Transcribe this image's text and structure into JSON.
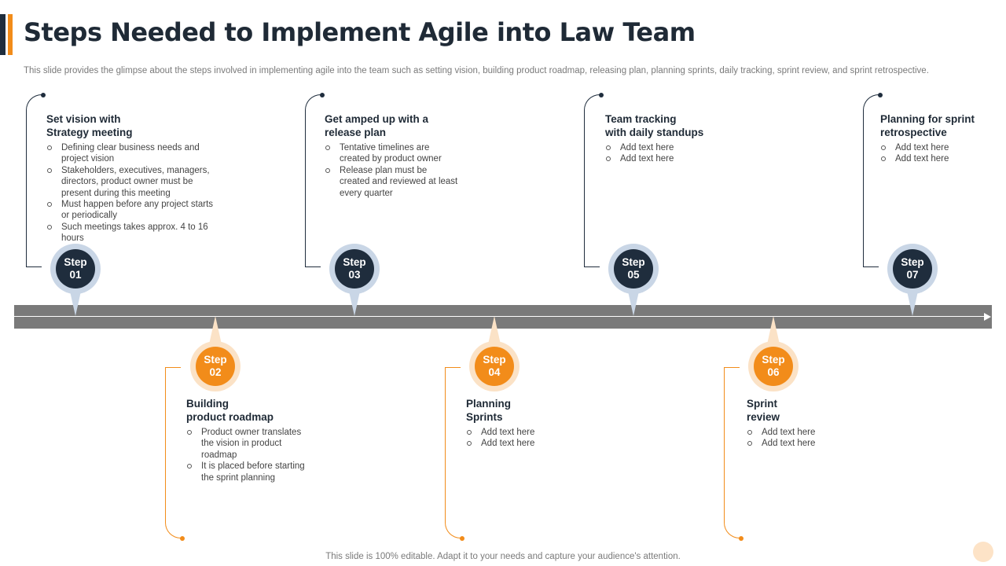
{
  "slide": {
    "title": "Steps Needed to Implement Agile into Law Team",
    "subtitle": "This slide provides the glimpse about the steps involved in implementing agile into the team such as setting vision, building product roadmap, releasing plan, planning sprints, daily tracking, sprint review, and sprint retrospective.",
    "footer": "This slide is 100% editable. Adapt it to your needs and capture your audience's attention."
  },
  "colors": {
    "navy": "#1f2d3d",
    "orange": "#f28c1a",
    "road": "#7a7a7a"
  },
  "steps": [
    {
      "word": "Step",
      "number": "01",
      "title_line1": "Set vision with",
      "title_line2": "Strategy meeting",
      "bullets": [
        "Defining clear business needs and project vision",
        "Stakeholders, executives, managers, directors, product owner must be present during this meeting",
        "Must happen before any project starts or periodically",
        "Such meetings takes approx. 4 to 16 hours"
      ]
    },
    {
      "word": "Step",
      "number": "02",
      "title_line1": "Building",
      "title_line2": "product roadmap",
      "bullets": [
        "Product owner translates the vision in product roadmap",
        "It is placed before starting the sprint planning"
      ]
    },
    {
      "word": "Step",
      "number": "03",
      "title_line1": "Get amped up with a",
      "title_line2": "release plan",
      "bullets": [
        "Tentative timelines are created by product owner",
        "Release plan must be created and reviewed at least every quarter"
      ]
    },
    {
      "word": "Step",
      "number": "04",
      "title_line1": "Planning",
      "title_line2": "Sprints",
      "bullets": [
        "Add text here",
        "Add text here"
      ]
    },
    {
      "word": "Step",
      "number": "05",
      "title_line1": "Team tracking",
      "title_line2": "with daily standups",
      "bullets": [
        "Add text here",
        "Add text here"
      ]
    },
    {
      "word": "Step",
      "number": "06",
      "title_line1": "Sprint",
      "title_line2": "review",
      "bullets": [
        "Add text here",
        "Add text here"
      ]
    },
    {
      "word": "Step",
      "number": "07",
      "title_line1": "Planning for sprint",
      "title_line2": "retrospective",
      "bullets": [
        "Add text here",
        "Add text here"
      ]
    }
  ]
}
